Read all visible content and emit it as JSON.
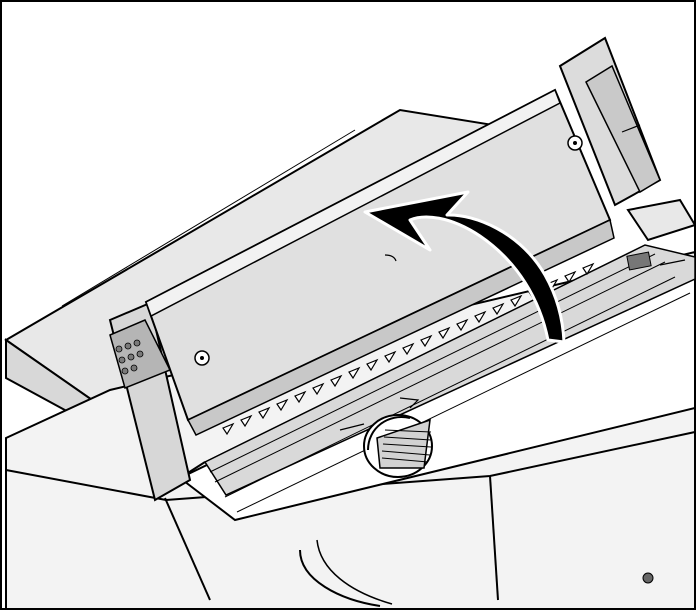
{
  "figure": {
    "subject": "printer-cover-open",
    "colors": {
      "outline": "#000000",
      "light_gray": "#e6e6e6",
      "mid_gray": "#cfcfcf",
      "dark_gray": "#8d8d8d",
      "paper": "#ffffff",
      "arrow": "#000000"
    },
    "icons": [
      "printer-body",
      "rear-paper-tray",
      "top-cover",
      "platen-knob",
      "open-arrow"
    ]
  }
}
